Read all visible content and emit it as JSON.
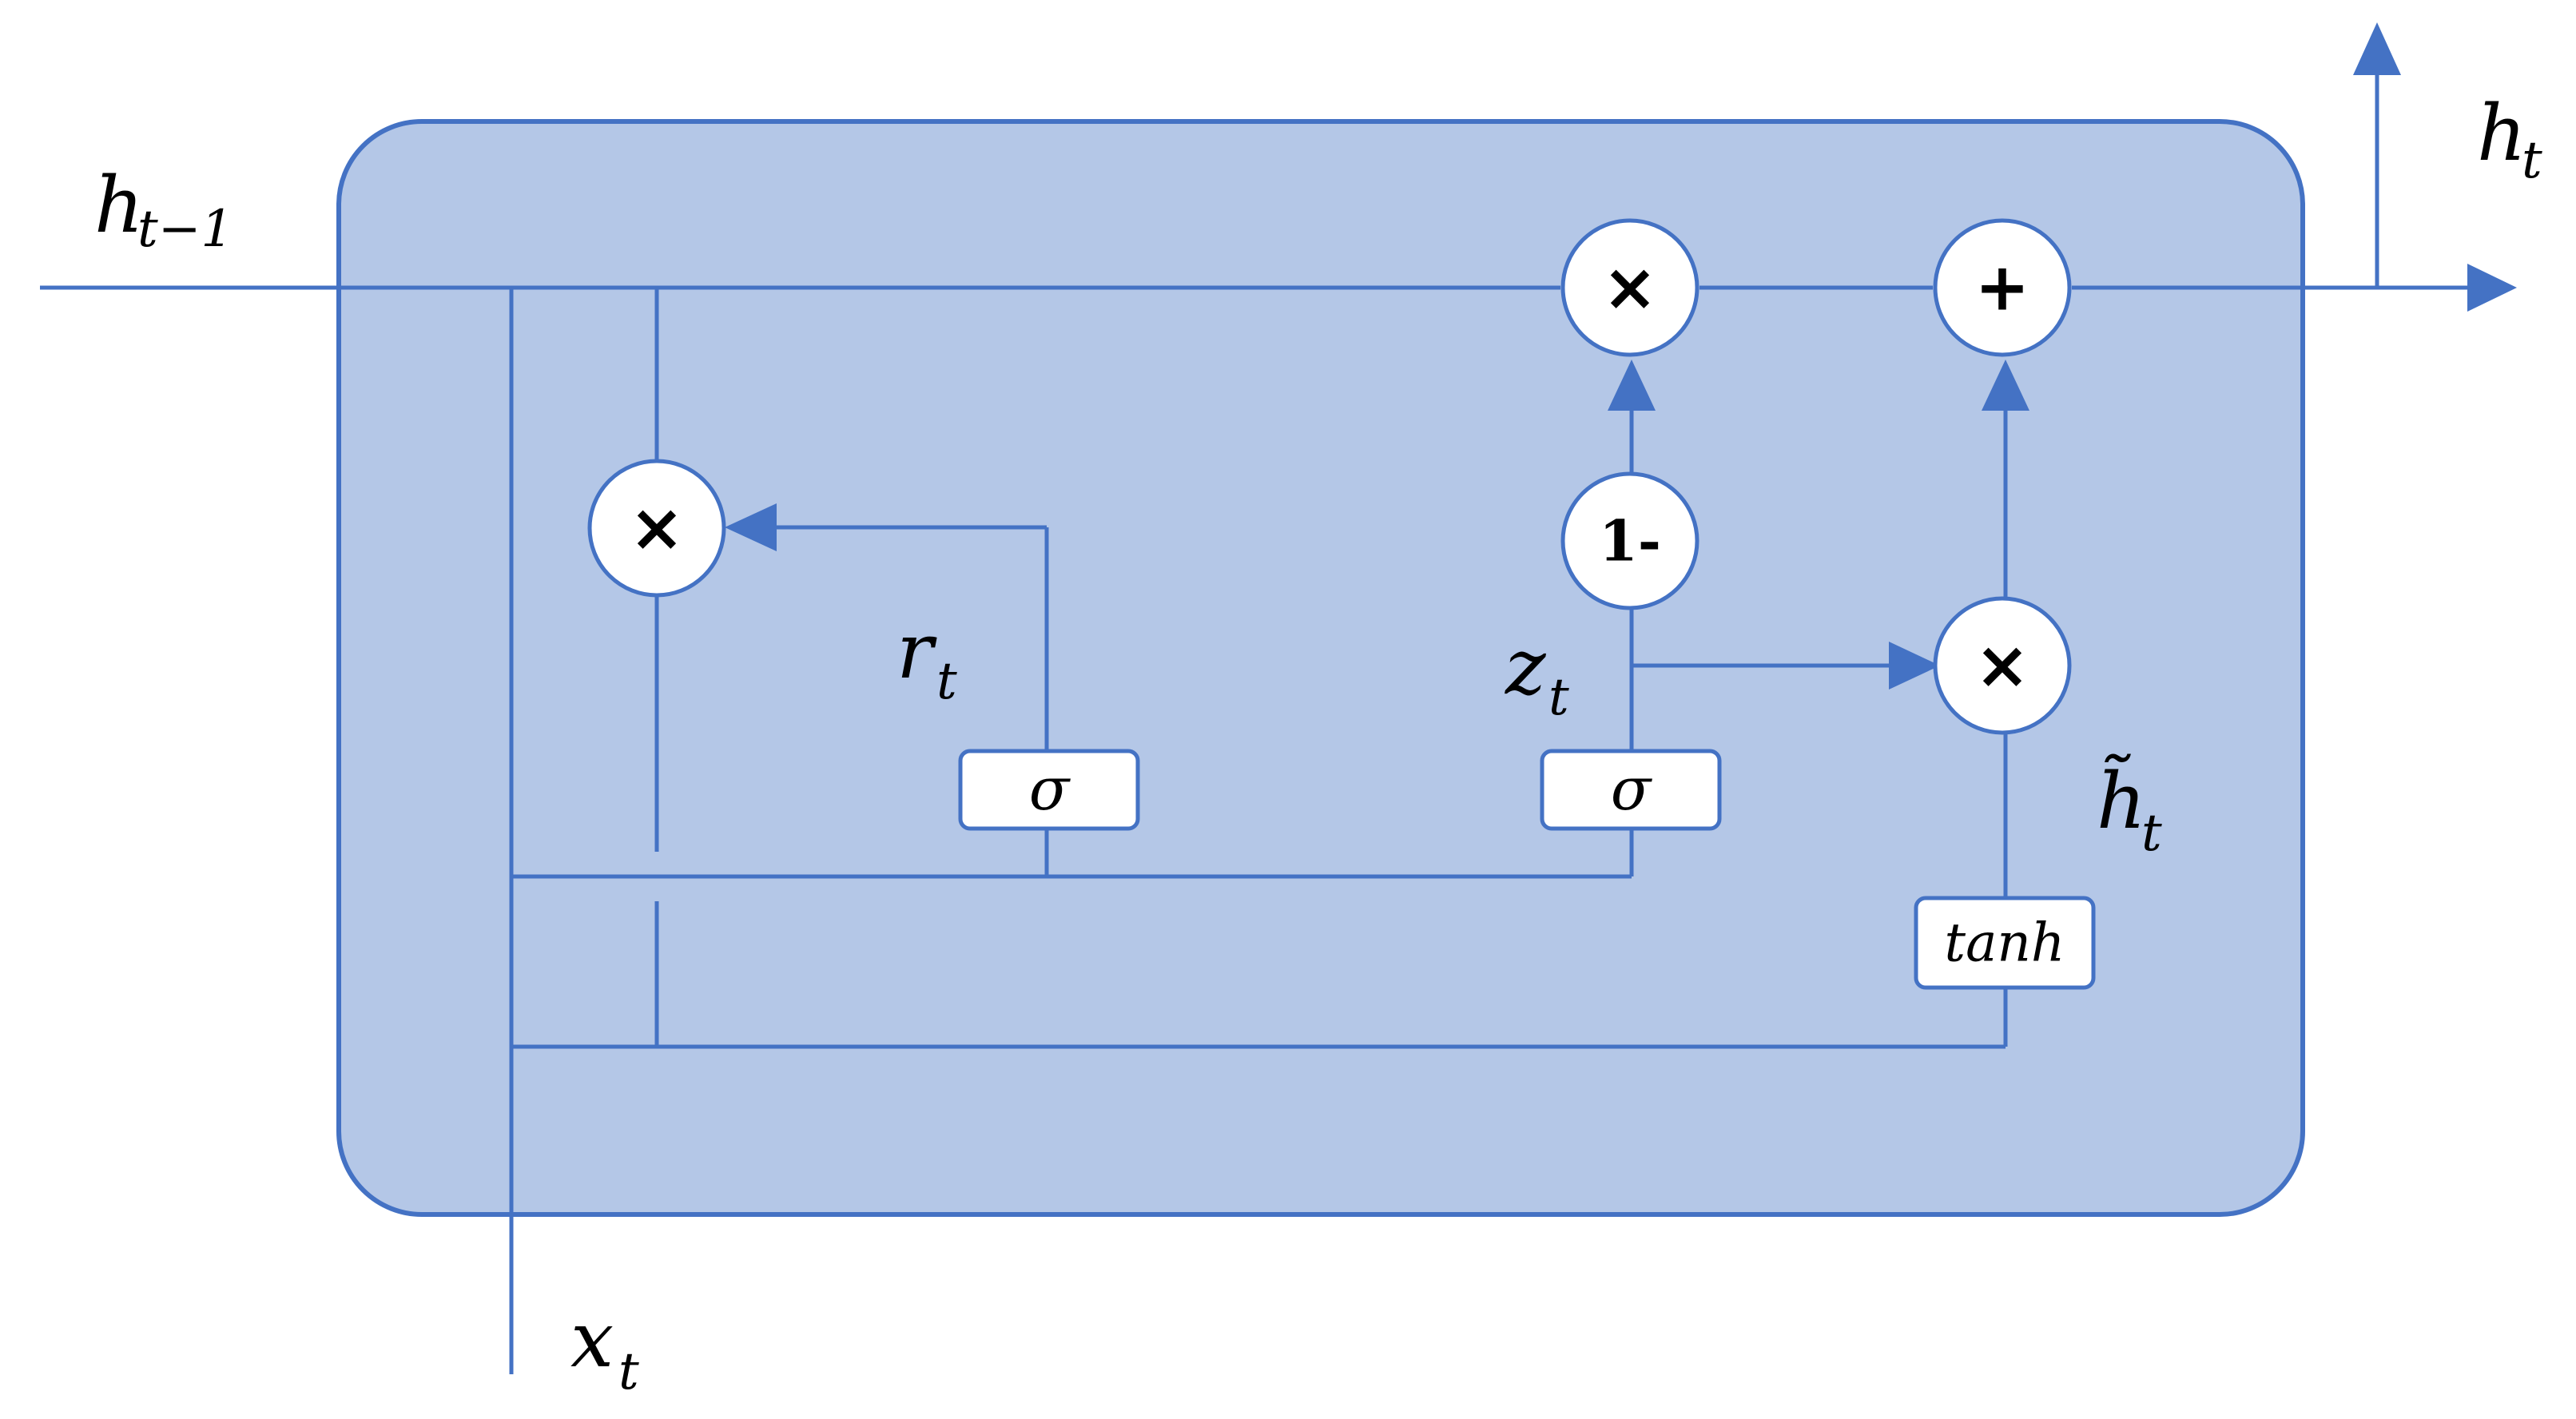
{
  "diagram": {
    "labels": {
      "h_prev": {
        "base": "h",
        "sub": "t−1"
      },
      "h_out": {
        "base": "h",
        "sub": "t"
      },
      "x_in": {
        "base": "x",
        "sub": "t"
      },
      "r_gate": {
        "base": "r",
        "sub": "t"
      },
      "z_gate": {
        "base": "z",
        "sub": "t"
      },
      "h_cand": {
        "base": "h̃",
        "sub": "t"
      }
    },
    "operators": {
      "multiply": "×",
      "add": "+",
      "one_minus": "1-"
    },
    "activations": {
      "reset_sigma": "σ",
      "update_sigma": "σ",
      "candidate_tanh": "tanh"
    },
    "colors": {
      "cell_fill": "#b4c7e7",
      "line": "#4472c4",
      "node_fill": "#ffffff",
      "text": "#000000"
    }
  }
}
